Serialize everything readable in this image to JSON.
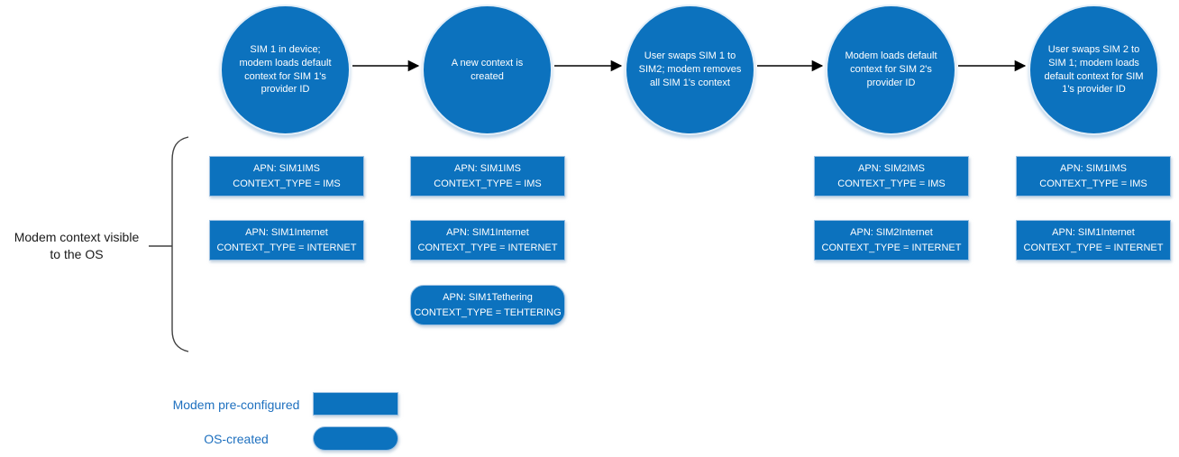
{
  "flow": {
    "steps": [
      {
        "label": "SIM 1 in device; modem loads default context for SIM 1's provider ID"
      },
      {
        "label": "A new context is created"
      },
      {
        "label": "User swaps SIM 1 to SIM2; modem removes all SIM 1's context"
      },
      {
        "label": "Modem loads default context for SIM 2's provider ID"
      },
      {
        "label": "User swaps SIM 2 to SIM 1; modem loads default context for SIM 1's provider ID"
      }
    ]
  },
  "group": {
    "label_line1": "Modem context visible",
    "label_line2": "to the OS"
  },
  "columns": [
    {
      "boxes": [
        {
          "apn": "APN: SIM1IMS",
          "ctx": "CONTEXT_TYPE = IMS"
        },
        {
          "apn": "APN: SIM1Internet",
          "ctx": "CONTEXT_TYPE = INTERNET"
        }
      ]
    },
    {
      "boxes": [
        {
          "apn": "APN: SIM1IMS",
          "ctx": "CONTEXT_TYPE = IMS"
        },
        {
          "apn": "APN: SIM1Internet",
          "ctx": "CONTEXT_TYPE = INTERNET"
        },
        {
          "apn": "APN: SIM1Tethering",
          "ctx": "CONTEXT_TYPE = TEHTERING"
        }
      ]
    },
    {
      "boxes": []
    },
    {
      "boxes": [
        {
          "apn": "APN: SIM2IMS",
          "ctx": "CONTEXT_TYPE = IMS"
        },
        {
          "apn": "APN: SIM2Internet",
          "ctx": "CONTEXT_TYPE = INTERNET"
        }
      ]
    },
    {
      "boxes": [
        {
          "apn": "APN: SIM1IMS",
          "ctx": "CONTEXT_TYPE = IMS"
        },
        {
          "apn": "APN: SIM1Internet",
          "ctx": "CONTEXT_TYPE = INTERNET"
        }
      ]
    }
  ],
  "legend": [
    {
      "label": "Modem pre-configured",
      "swatch": "rect"
    },
    {
      "label": "OS-created",
      "swatch": "pill"
    }
  ],
  "colors": {
    "shape_fill": "#0C72BE",
    "legend_text": "#1E70BF",
    "arrow": "#000000",
    "shape_text": "#FFFFFF"
  }
}
